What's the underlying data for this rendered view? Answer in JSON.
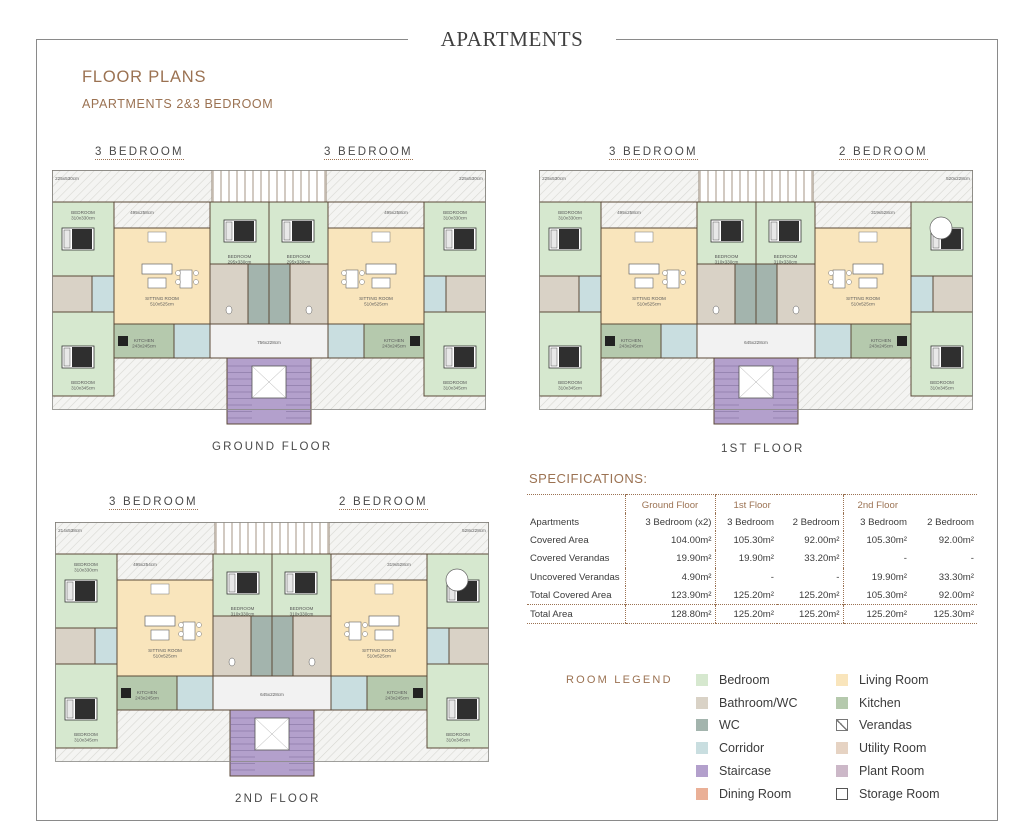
{
  "page_title": "APARTMENTS",
  "heading": "FLOOR PLANS",
  "subheading": "APARTMENTS 2&3 BEDROOM",
  "plans": {
    "ground": {
      "unit_left": "3 BEDROOM",
      "unit_right": "3 BEDROOM",
      "floor_label": "GROUND FLOOR",
      "rooms": {
        "veranda_l": "225x530cm",
        "veranda_r": "225x530cm",
        "lounge_l": "495x258cm",
        "lounge_r": "495x258cm",
        "living_l": "SITTING ROOM\n510x525cm",
        "living_r": "SITTING ROOM\n510x525cm",
        "bed_tl": "BEDROOM\n310x330cm",
        "bed_tr": "BEDROOM\n310x330cm",
        "bed_bl": "BEDROOM\n310x345cm",
        "bed_br": "BEDROOM\n310x345cm",
        "bed_cl": "BEDROOM\n295x330cm",
        "bed_cr": "BEDROOM\n295x330cm",
        "kitchen_l": "KITCHEN\n243x245cm",
        "kitchen_r": "KITCHEN\n243x245cm",
        "corridor": "756x228cm"
      }
    },
    "first": {
      "unit_left": "3 BEDROOM",
      "unit_right": "2 BEDROOM",
      "floor_label": "1ST FLOOR",
      "rooms": {
        "veranda_l": "225x530cm",
        "veranda_r": "520x228cm",
        "lounge_l": "495x258cm",
        "lounge_r": "319x528cm",
        "living_l": "SITTING ROOM\n510x525cm",
        "living_r": "SITTING ROOM\n510x525cm",
        "bed_tl": "BEDROOM\n310x330cm",
        "bed_tr": "",
        "bed_bl": "BEDROOM\n310x345cm",
        "bed_br": "BEDROOM\n310x345cm",
        "bed_cl": "BEDROOM\n310x330cm",
        "bed_cr": "BEDROOM\n310x330cm",
        "kitchen_l": "KITCHEN\n243x245cm",
        "kitchen_r": "KITCHEN\n243x245cm",
        "corridor": "645x228cm"
      }
    },
    "second": {
      "unit_left": "3 BEDROOM",
      "unit_right": "2 BEDROOM",
      "floor_label": "2ND FLOOR",
      "rooms": {
        "veranda_l": "214x538cm",
        "veranda_r": "528x228cm",
        "lounge_l": "495x254cm",
        "lounge_r": "319x528cm",
        "living_l": "SITTING ROOM\n510x525cm",
        "living_r": "SITTING ROOM\n510x525cm",
        "bed_tl": "BEDROOM\n310x330cm",
        "bed_tr": "",
        "bed_bl": "BEDROOM\n310x345cm",
        "bed_br": "BEDROOM\n310x345cm",
        "bed_cl": "BEDROOM\n310x330cm",
        "bed_cr": "BEDROOM\n310x330cm",
        "kitchen_l": "KITCHEN\n243x245cm",
        "kitchen_r": "KITCHEN\n243x245cm",
        "corridor": "645x228cm"
      }
    }
  },
  "specifications": {
    "title": "SPECIFICATIONS:",
    "headers": [
      "",
      "Ground Floor",
      "1st Floor",
      "",
      "2nd Floor",
      ""
    ],
    "rows": [
      [
        "Apartments",
        "3 Bedroom (x2)",
        "3 Bedroom",
        "2 Bedroom",
        "3 Bedroom",
        "2 Bedroom"
      ],
      [
        "Covered Area",
        "104.00m²",
        "105.30m²",
        "92.00m²",
        "105.30m²",
        "92.00m²"
      ],
      [
        "Covered Verandas",
        "19.90m²",
        "19.90m²",
        "33.20m²",
        "-",
        "-"
      ],
      [
        "Uncovered Verandas",
        "4.90m²",
        "-",
        "-",
        "19.90m²",
        "33.30m²"
      ],
      [
        "Total Covered Area",
        "123.90m²",
        "125.20m²",
        "125.20m²",
        "105.30m²",
        "92.00m²"
      ]
    ],
    "total_row": [
      "Total Area",
      "128.80m²",
      "125.20m²",
      "125.20m²",
      "125.20m²",
      "125.30m²"
    ]
  },
  "legend": {
    "title": "ROOM LEGEND",
    "items": [
      {
        "label": "Bedroom",
        "color": "#d6e8cf"
      },
      {
        "label": "Bathroom/WC",
        "color": "#d9d2c6"
      },
      {
        "label": "WC",
        "color": "#a3b4ad"
      },
      {
        "label": "Corridor",
        "color": "#c9dee0"
      },
      {
        "label": "Staircase",
        "color": "#b3a0cc"
      },
      {
        "label": "Dining Room",
        "color": "#eab097"
      },
      {
        "label": "Living Room",
        "color": "#f9e5bc"
      },
      {
        "label": "Kitchen",
        "color": "#b5c9ad"
      },
      {
        "label": "Verandas",
        "color": "hatch"
      },
      {
        "label": "Utility Room",
        "color": "#e6d3c3"
      },
      {
        "label": "Plant Room",
        "color": "#ccb8c8"
      },
      {
        "label": "Storage Room",
        "color": "#ffffff"
      }
    ]
  },
  "colors": {
    "accent": "#9b7252",
    "bedroom": "#d6e8cf",
    "living": "#f9e5bc",
    "bathroom": "#d9d2c6",
    "wc": "#a3b4ad",
    "corridor": "#c9dee0",
    "staircase": "#b3a0cc",
    "kitchen": "#b5c9ad",
    "wall": "#5c4a38"
  }
}
